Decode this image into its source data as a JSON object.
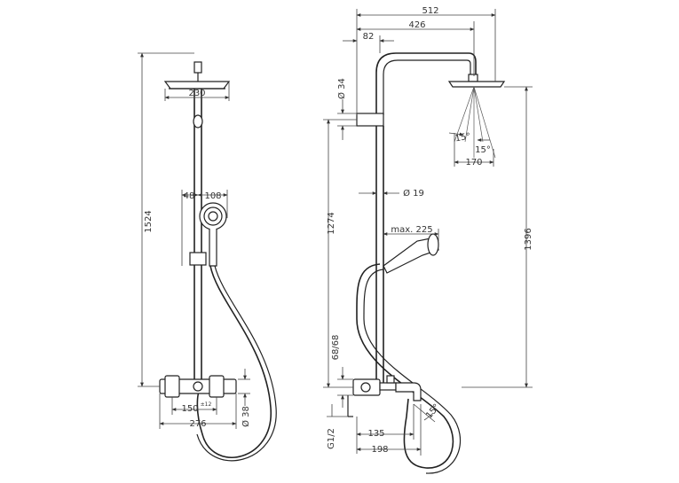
{
  "front_view": {
    "total_height": "1524",
    "head_diameter": "230",
    "hand_shower_offset": "48",
    "hand_shower_diameter": "108",
    "mixer_centres": "150",
    "mixer_centres_tol": "±12",
    "mixer_width": "276",
    "outlet_diameter": "Ø 38"
  },
  "side_view": {
    "arm_reach": "512",
    "arm_length": "426",
    "wall_offset": "82",
    "bracket_diameter": "Ø 34",
    "rail_height": "1274",
    "rail_diameter": "Ø 19",
    "hand_shower_max": "max. 225",
    "head_height": "1396",
    "mixer_height": "68/68",
    "inlet_thread": "G1/2",
    "spout_projection": "135",
    "spout_reach": "198",
    "head_tilt_left": "15°",
    "head_tilt_right": "15°",
    "head_depth": "170",
    "spout_angle": "15°"
  }
}
